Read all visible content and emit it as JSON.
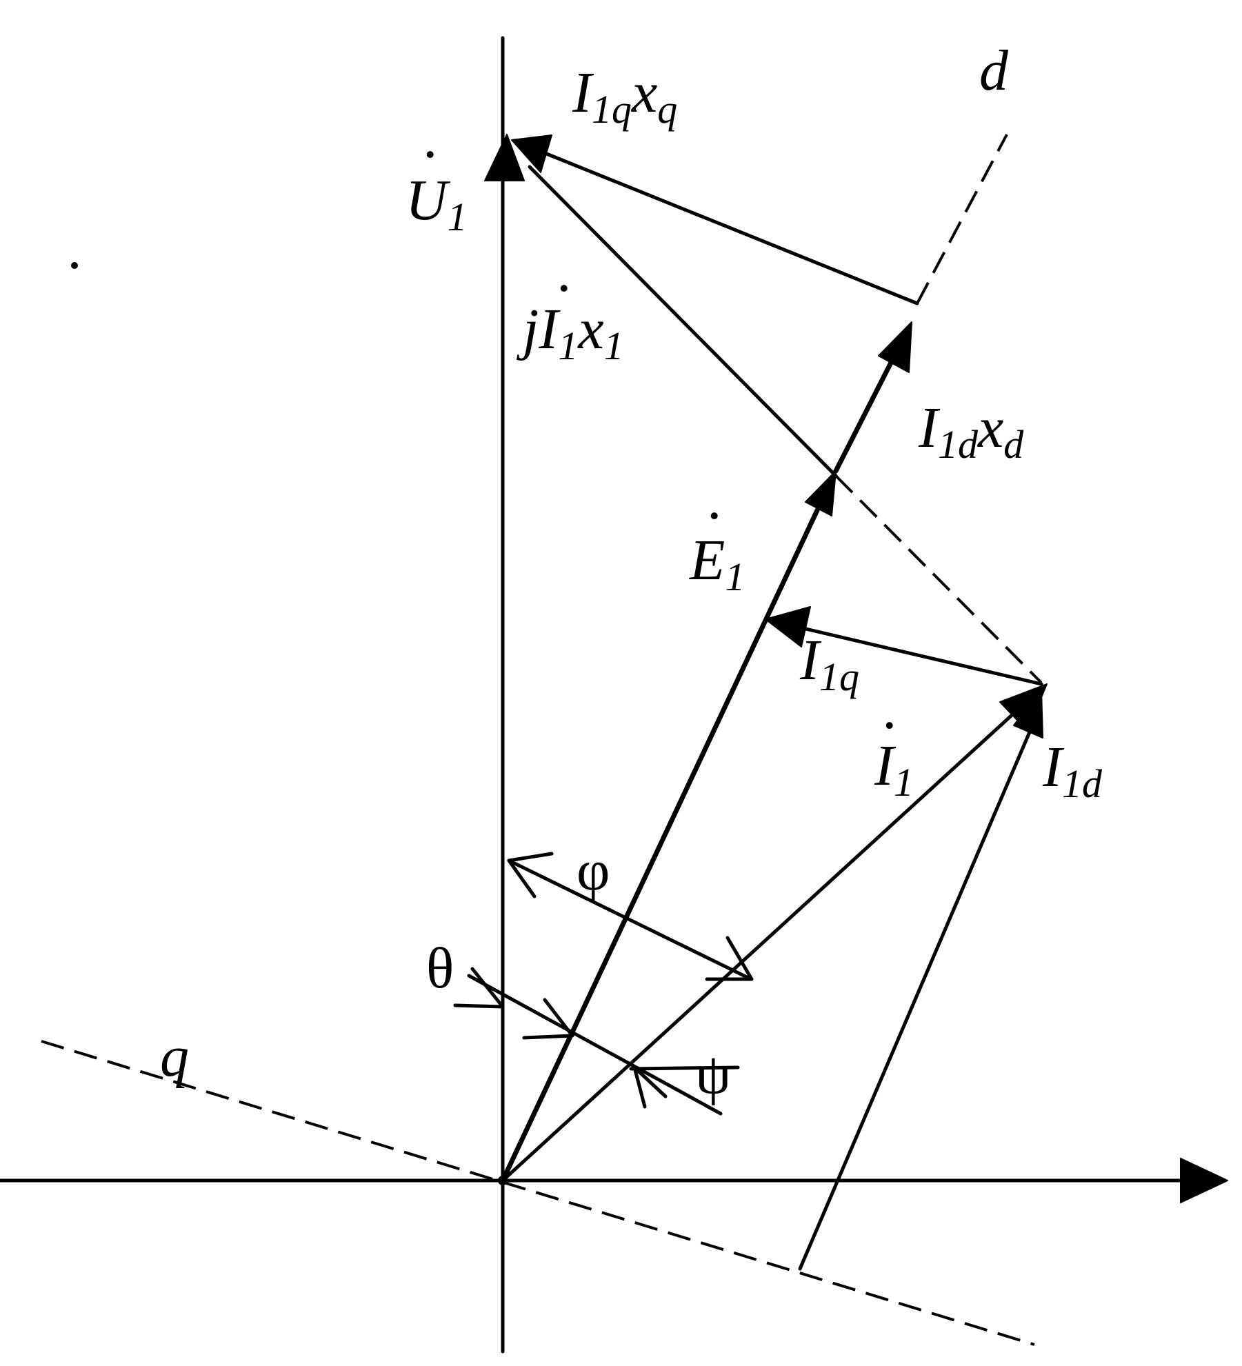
{
  "labels": {
    "u1": {
      "base": "U",
      "dot": "·",
      "sub": "1"
    },
    "i1qxq": {
      "base": "I",
      "sub": "1q",
      "base2": "x",
      "sub2": "q"
    },
    "d_axis": "d",
    "ji1x1": {
      "prefix": "j",
      "base": "I",
      "dot": "·",
      "sub": "1",
      "base2": "x",
      "sub2": "1"
    },
    "i1dxd": {
      "base": "I",
      "sub": "1d",
      "base2": "x",
      "sub2": "d"
    },
    "e1": {
      "base": "E",
      "dot": "·",
      "sub": "1"
    },
    "i1q": {
      "base": "I",
      "sub": "1q"
    },
    "i1": {
      "base": "I",
      "dot": "·",
      "sub": "1"
    },
    "i1d": {
      "base": "I",
      "sub": "1d"
    },
    "phi": "φ",
    "theta": "θ",
    "psi": "ψ",
    "q_axis": "q"
  }
}
